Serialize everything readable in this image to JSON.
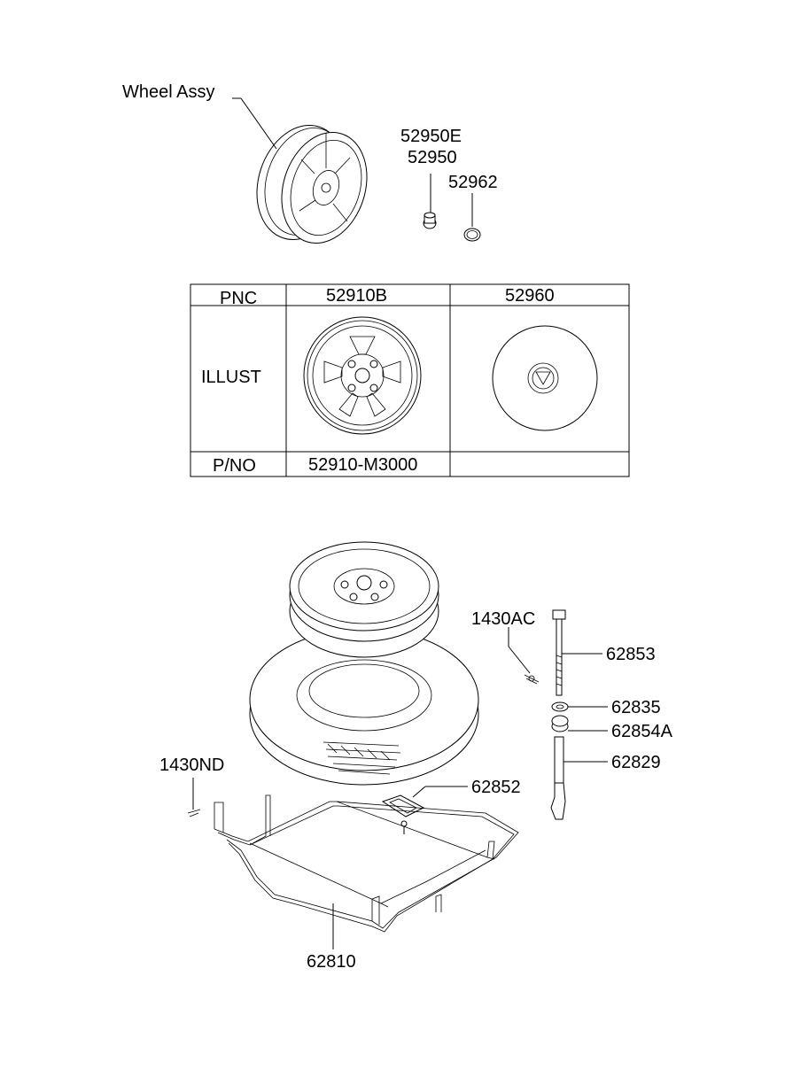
{
  "callouts": {
    "wheel_assy": "Wheel Assy",
    "p52950E": "52950E",
    "p52950": "52950",
    "p52962": "52962",
    "p1430AC": "1430AC",
    "p62853": "62853",
    "p62835": "62835",
    "p62854A": "62854A",
    "p62829": "62829",
    "p62852": "62852",
    "p1430ND": "1430ND",
    "p62810": "62810"
  },
  "table": {
    "row_pnc": "PNC",
    "row_illust": "ILLUST",
    "row_pno": "P/NO",
    "col1_pnc": "52910B",
    "col2_pnc": "52960",
    "col1_pno": "52910-M3000",
    "col2_pno": ""
  }
}
